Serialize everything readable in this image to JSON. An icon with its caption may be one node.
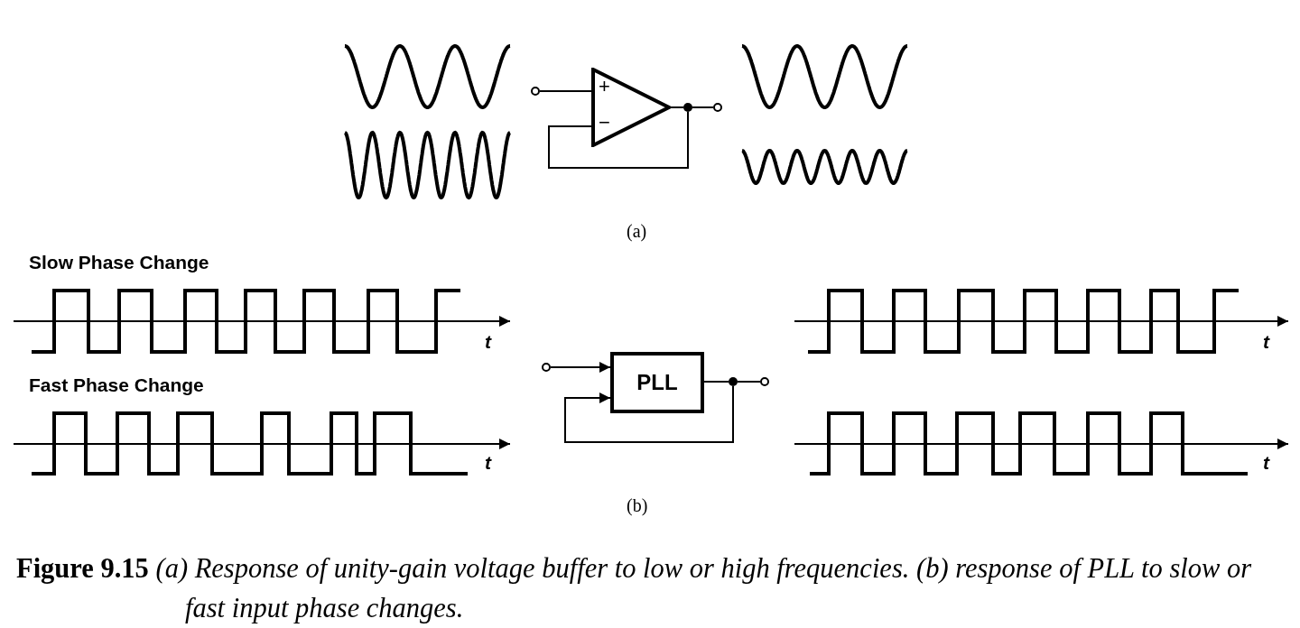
{
  "diagram": {
    "caption": "**Figure 9.15** *(a) Response of unity-gain voltage buffer to low or high frequencies. (b) response of PLL to slow or fast input phase changes.*",
    "nodes": [
      {
        "text": [
          "+",
          "−"
        ]
      },
      {
        "text": [],
        "shape": "circle"
      },
      {
        "text": [],
        "shape": "circle"
      },
      {
        "text": [],
        "shape": "circle"
      },
      {
        "text": [
          "PLL"
        ]
      },
      {
        "text": [],
        "shape": "circle"
      },
      {
        "text": [],
        "shape": "circle"
      },
      {
        "text": [],
        "shape": "circle"
      }
    ],
    "edges": [
      {
        "from": 1,
        "to": 0,
        "arrow": "none"
      },
      {
        "from": 0,
        "to": 3,
        "arrow": "none"
      },
      {
        "from": 3,
        "to": 2,
        "arrow": "none"
      },
      {
        "from": 3,
        "to": 0,
        "arrow": "none"
      },
      {
        "from": 5,
        "to": 4,
        "arrow": "to"
      },
      {
        "from": 4,
        "to": 7,
        "arrow": "none"
      },
      {
        "from": 7,
        "to": 6,
        "arrow": "none"
      },
      {
        "from": 7,
        "to": 4,
        "arrow": "to"
      }
    ],
    "labels": [
      "(a)",
      "Slow Phase Change",
      "t",
      "t",
      "Fast Phase Change",
      "t",
      "t",
      "(b)"
    ]
  }
}
